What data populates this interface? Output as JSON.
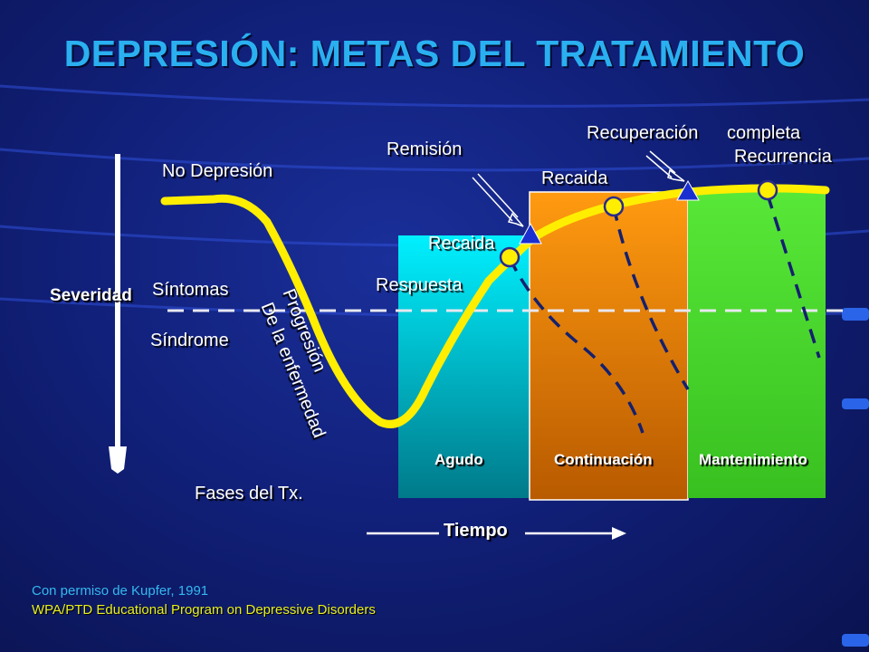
{
  "title": "DEPRESIÓN: METAS DEL TRATAMIENTO",
  "labels": {
    "no_depresion": "No Depresión",
    "severidad": "Severidad",
    "sintomas": "Síntomas",
    "sindrome": "Síndrome",
    "progresion_1": "Progresión",
    "progresion_2": "De la enfermedad",
    "remision": "Remisión",
    "respuesta": "Respuesta",
    "recaida_1": "Recaida",
    "recaida_2": "Recaida",
    "recuperacion": "Recuperación",
    "completa": "completa",
    "recurrencia": "Recurrencia",
    "fases": "Fases del Tx.",
    "tiempo": "Tiempo"
  },
  "phases": {
    "agudo": "Agudo",
    "continuacion": "Continuación",
    "mantenimiento": "Mantenimiento"
  },
  "colors": {
    "title": "#2ab0f0",
    "agudo": "#00d8e8",
    "continuacion": "#f08c0a",
    "mantenimiento": "#50d830",
    "curve": "#ffee00",
    "marker": "#ffee00",
    "triangle": "#1a2fd0"
  },
  "credits": {
    "line1": "Con permiso de Kupfer, 1991",
    "line2": "WPA/PTD Educational Program on Depressive Disorders"
  }
}
